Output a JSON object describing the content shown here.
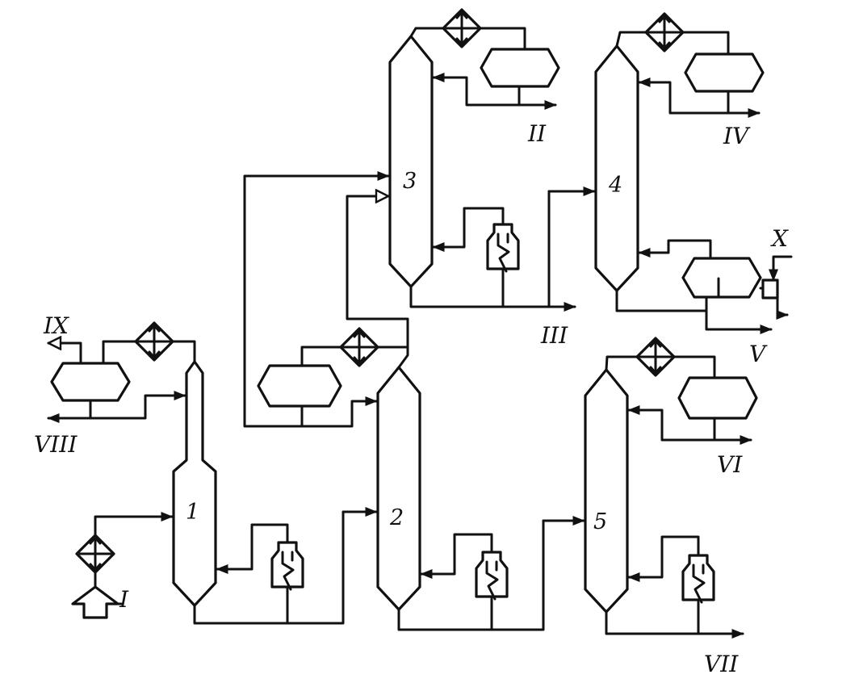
{
  "diagram": {
    "columns": [
      {
        "id": "col1",
        "number": "1"
      },
      {
        "id": "col2",
        "number": "2"
      },
      {
        "id": "col3",
        "number": "3"
      },
      {
        "id": "col4",
        "number": "4"
      },
      {
        "id": "col5",
        "number": "5"
      }
    ],
    "streams": {
      "I": "I",
      "II": "II",
      "III": "III",
      "IV": "IV",
      "V": "V",
      "VI": "VI",
      "VII": "VII",
      "VIII": "VIII",
      "IX": "IX",
      "X": "X"
    }
  }
}
